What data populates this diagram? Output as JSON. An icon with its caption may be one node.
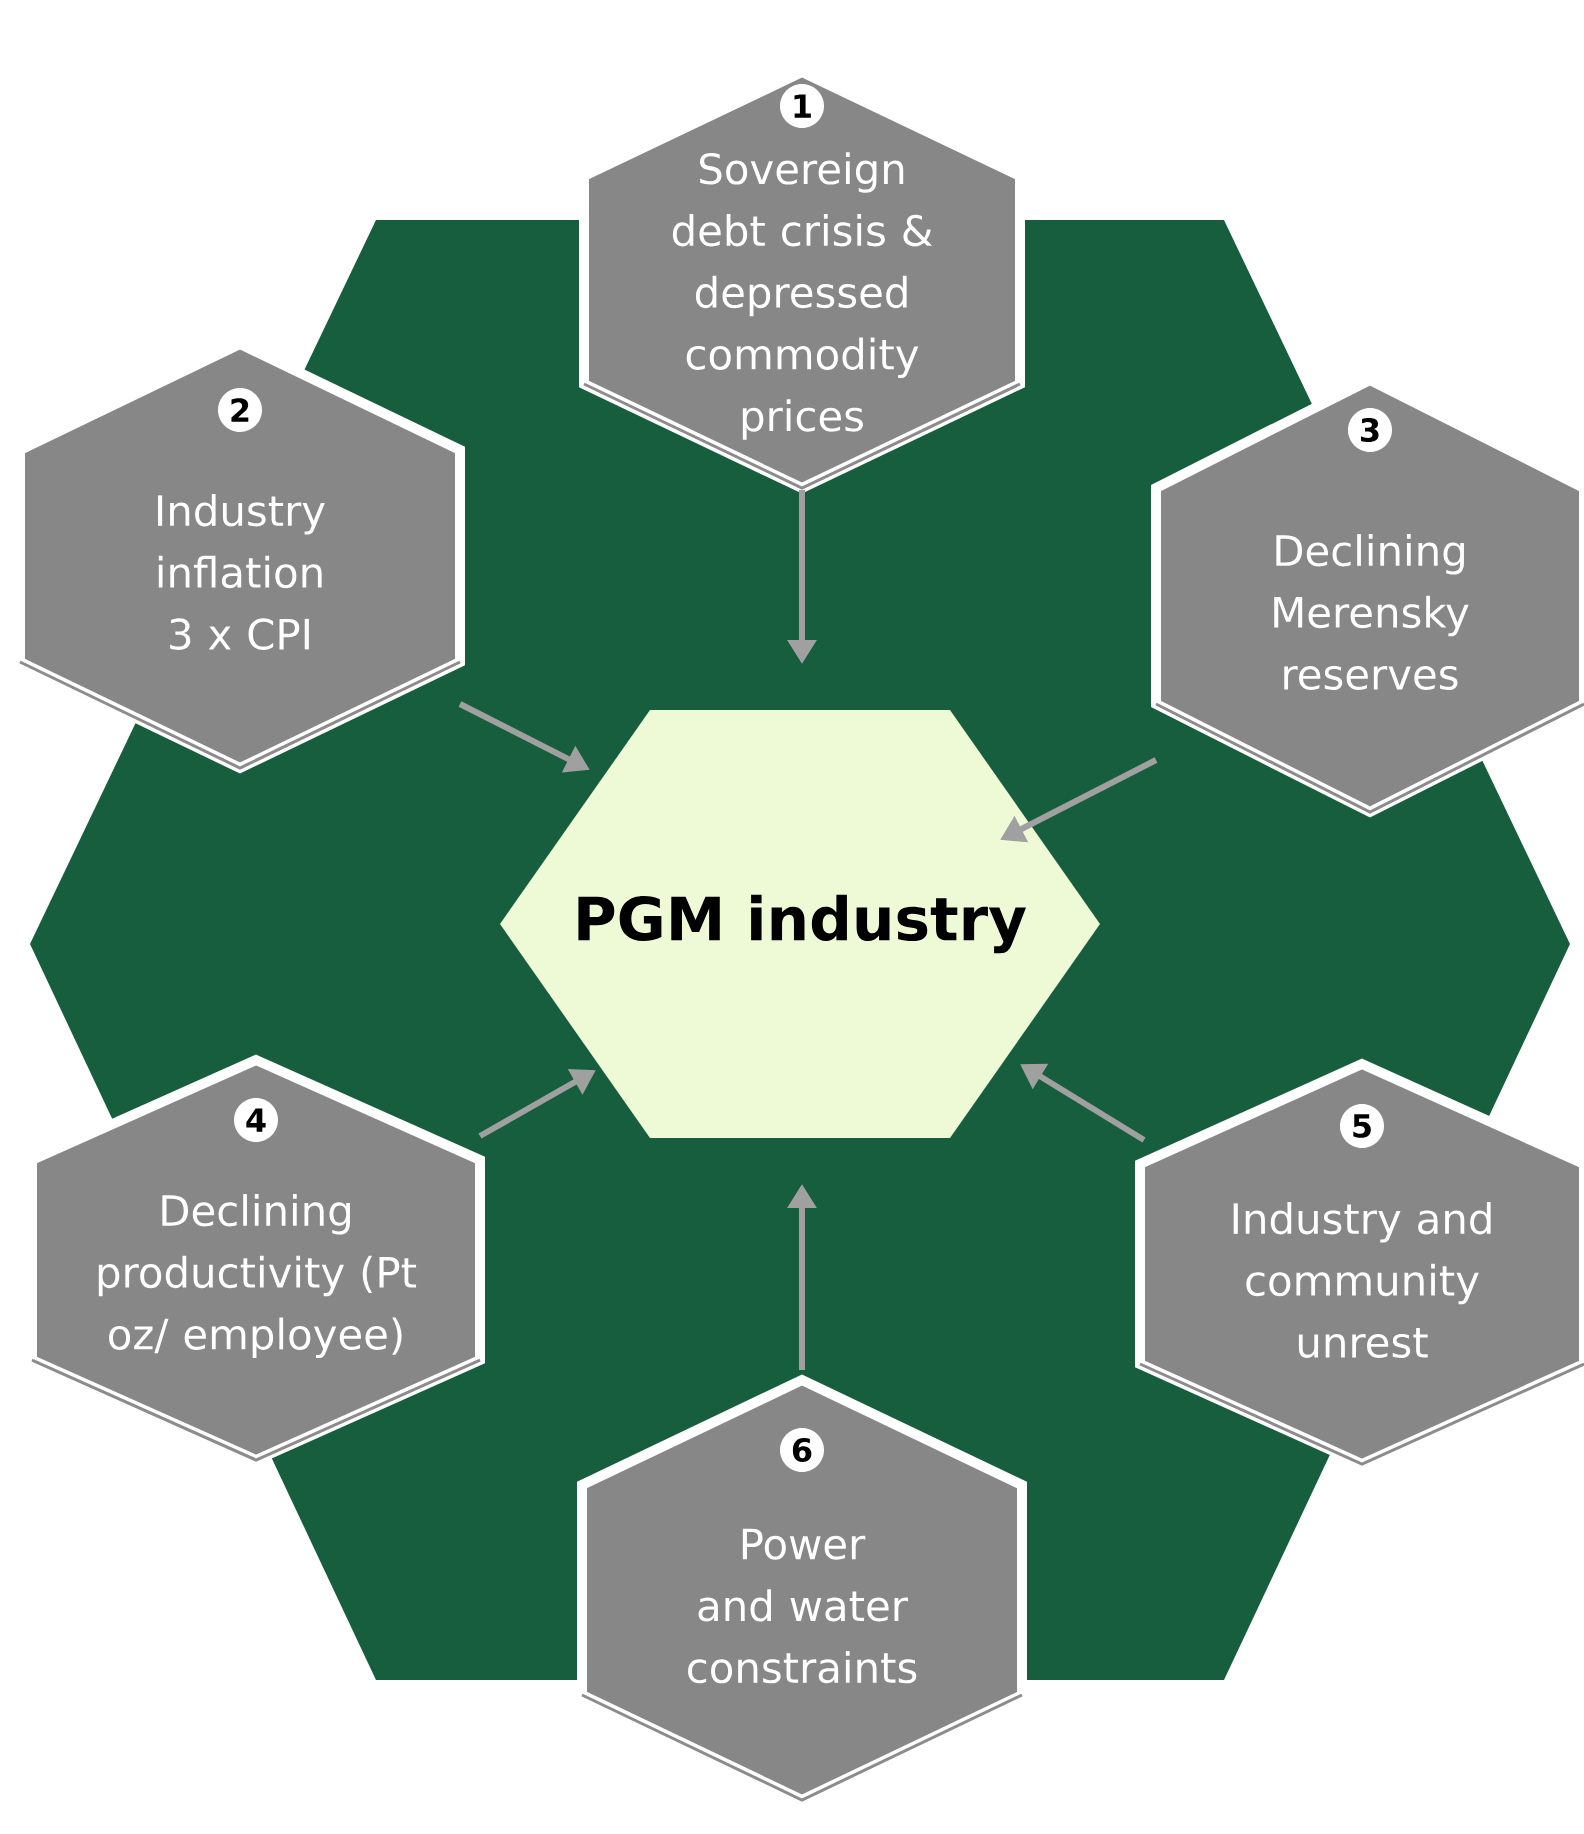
{
  "diagram": {
    "nodes": [
      {
        "text": [
          "PGM industry"
        ]
      },
      {
        "text": [
          "1",
          "Sovereign debt crisis & depressed commodity prices"
        ]
      },
      {
        "text": [
          "2",
          "Industry inflation 3 x CPI"
        ]
      },
      {
        "text": [
          "3",
          "Declining Merensky reserves"
        ]
      },
      {
        "text": [
          "4",
          "Declining productivity (Pt oz/ employee)"
        ]
      },
      {
        "text": [
          "5",
          "Industry and community unrest"
        ]
      },
      {
        "text": [
          "6",
          "Power and water constraints"
        ]
      }
    ],
    "edges": [
      {
        "from": 1,
        "to": 0,
        "arrow": "to"
      },
      {
        "from": 2,
        "to": 0,
        "arrow": "to"
      },
      {
        "from": 3,
        "to": 0,
        "arrow": "to"
      },
      {
        "from": 4,
        "to": 0,
        "arrow": "to"
      },
      {
        "from": 5,
        "to": 0,
        "arrow": "to"
      },
      {
        "from": 6,
        "to": 0,
        "arrow": "to"
      }
    ]
  }
}
